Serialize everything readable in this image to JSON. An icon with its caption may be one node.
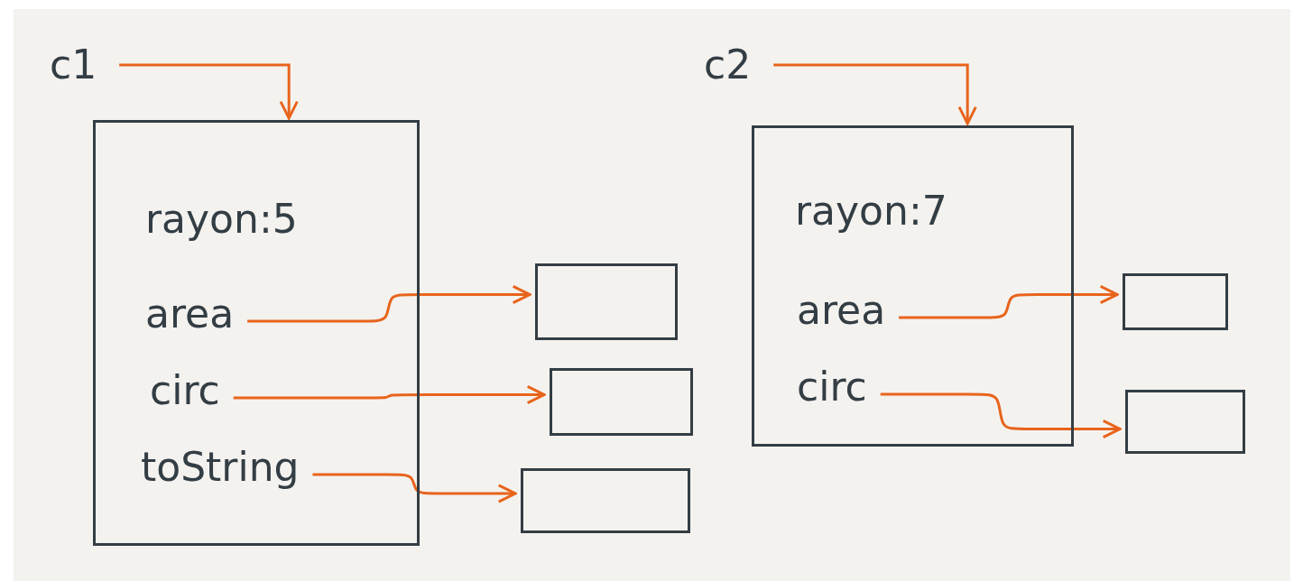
{
  "diagram": {
    "nodes": [
      {
        "text": [
          "c1"
        ]
      },
      {
        "text": [
          "rayon:5"
        ]
      },
      {
        "text": [
          "area"
        ],
        "in": 1
      },
      {
        "text": [
          "circ"
        ],
        "in": 1
      },
      {
        "text": [
          "toString"
        ],
        "in": 1
      },
      {
        "text": [],
        "shape": "box"
      },
      {
        "text": [],
        "shape": "box"
      },
      {
        "text": [],
        "shape": "box"
      },
      {
        "text": [
          "c2"
        ]
      },
      {
        "text": [
          "rayon:7"
        ]
      },
      {
        "text": [
          "area"
        ],
        "in": 9
      },
      {
        "text": [
          "circ"
        ],
        "in": 9
      },
      {
        "text": [],
        "shape": "box"
      },
      {
        "text": [],
        "shape": "box"
      }
    ],
    "edges": [
      {
        "from": 0,
        "to": 1,
        "arrow": "to"
      },
      {
        "from": 2,
        "to": 5,
        "arrow": "to"
      },
      {
        "from": 3,
        "to": 6,
        "arrow": "to"
      },
      {
        "from": 4,
        "to": 7,
        "arrow": "to"
      },
      {
        "from": 8,
        "to": 9,
        "arrow": "to"
      },
      {
        "from": 10,
        "to": 12,
        "arrow": "to"
      },
      {
        "from": 11,
        "to": 13,
        "arrow": "to"
      }
    ]
  }
}
